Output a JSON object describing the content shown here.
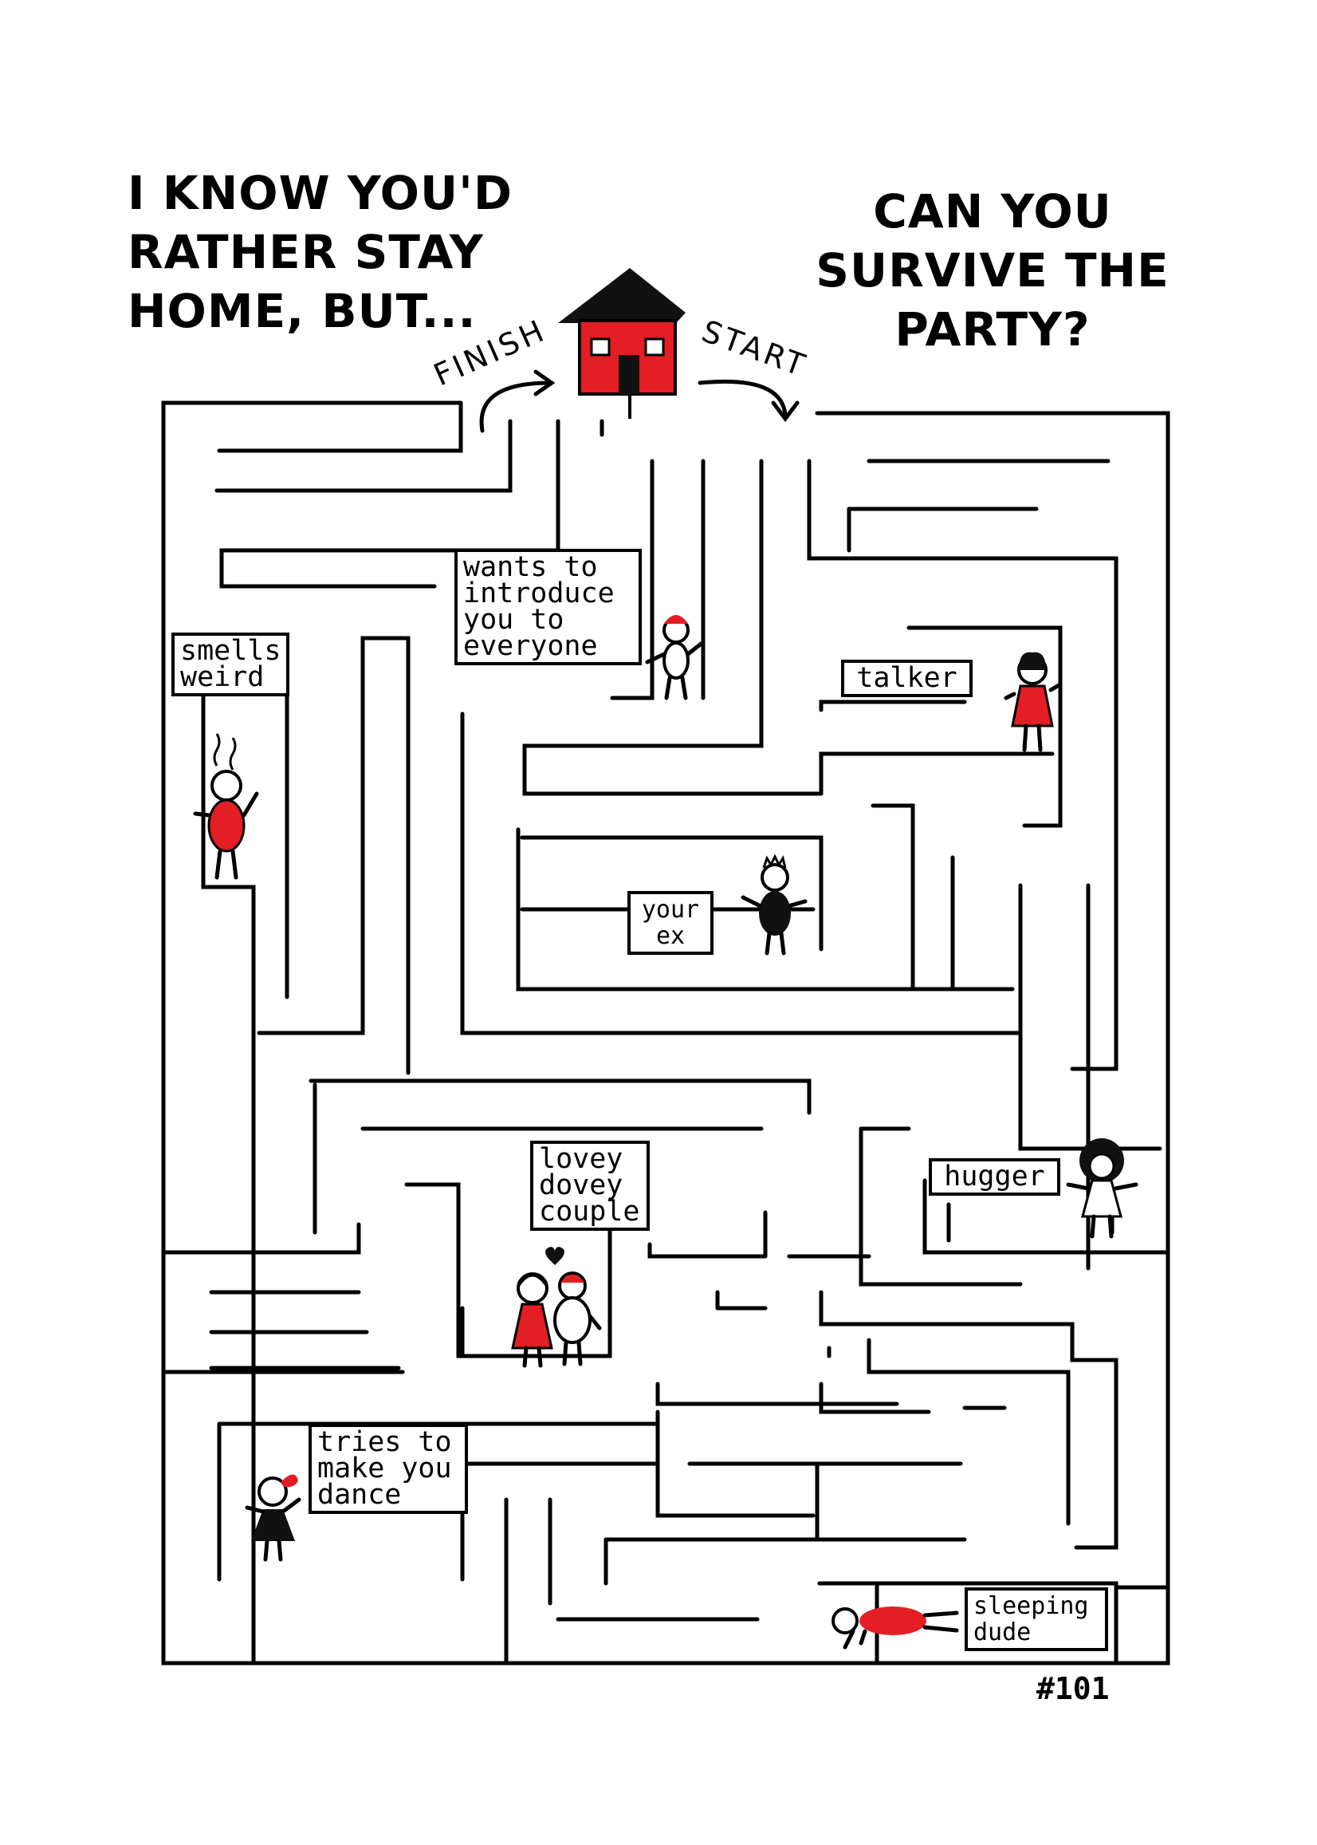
{
  "title_left": "I KNOW YOU'D RATHER STAY HOME, BUT...",
  "title_right": "CAN YOU SURVIVE THE PARTY?",
  "finish": "FINISH",
  "start": "START",
  "issue": "#101",
  "labels": {
    "introducer": "wants to introduce you to everyone",
    "smells": "smells weird",
    "talker": "talker",
    "ex": "your ex",
    "couple": "lovey dovey couple",
    "hugger": "hugger",
    "dancer": "tries to make you dance",
    "sleeper": "sleeping dude"
  },
  "colors": {
    "ink": "#000000",
    "accent": "#e31e24",
    "paper": "#ffffff"
  }
}
